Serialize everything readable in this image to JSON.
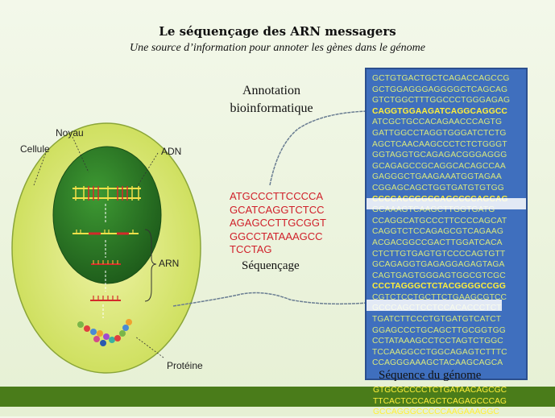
{
  "header": {
    "title": "Le séquençage des ARN messagers",
    "subtitle": "Une source d’information pour annoter les gènes dans le génome"
  },
  "cell": {
    "labels": {
      "cell": "Cellule",
      "nucleus": "Noyau",
      "dna": "ADN",
      "rna": "ARN",
      "protein": "Protéine"
    }
  },
  "annotation": {
    "line1": "Annotation",
    "line2": "bioinformatique"
  },
  "sequencing": {
    "sequence_lines": [
      "ATGCCCTTCCCCA",
      "GCATCAGGTCTCC",
      "AGAGCCTTGCGGT",
      "GGCCTATAAAGCC",
      "TCCTAG"
    ],
    "label": "Séquençage"
  },
  "genome": {
    "label": "Séquence du génome",
    "lines": [
      "GCTGTGACTGCTCAGACCAGCCG",
      "GCTGGAGGGAGGGGCTCAGCAG",
      "GTCTGGCTTTGGCCCTGGGAGAG",
      "CAGGTGGAAGATCAGGCAGGCC",
      "ATCGCTGCCACAGAACCCAGTG",
      "GATTGGCCTAGGTGGGATCTCTG",
      "AGCTCAACAAGCCCTCTCTGGGT",
      "GGTAGGTGCAGAGACGGGAGGG",
      "GCAGAGCCGCAGGCACAGCCAA",
      "GAGGGCTGAAGAAATGGTAGAA",
      "CGGAGCAGCTGGTGATGTGTGG",
      "CCCCACCGGCCAGCCCCAGCAG",
      "GCAAAGTCAAGCTTGGTGATG",
      "CCAGGCATGCCCTTCCCCAGCAT",
      "CAGGTCTCCAGAGCGTCAGAAG",
      "ACGACGGCCGACTTGGATCACA",
      "CTCTTGTGAGTGTCCCCAGTGTT",
      "GCAGAGGTGAGAGGAGAGTAGA",
      "CAGTGAGTGGGAGTGGCGTCGC",
      "CCCTAGGGCTCTACGGGGCCGG",
      "CGTCTCCTGCTTCTGAAGCGTCC",
      "GCCCAGCTCCTCCACACCCTCT",
      "TGATCTTCCCTGTGATGTCATCT",
      "GGAGCCCTGCAGCTTGCGGTGG",
      "CCTATAAAGCCTCCTAGTCTGGC",
      "TCCAAGGCCTGGCAGAGTCTTTC",
      "CCAGGGAAAGCTACAAGCAGCA"
    ],
    "below_lines": [
      "GTGCGCCCCTCTGATAACAGCGC",
      "TTCACTCCCAGCTCAGAGCCCAG",
      "GCCAGGGCCCCCAAGAAAGGC"
    ]
  },
  "colors": {
    "cell_fill": "#dde97a",
    "nucleus_fill": "#2e7a2a",
    "genome_bg": "#3f6fbe",
    "genome_text": "#d8e87e",
    "highlight_yellow": "#ffef3a",
    "sequence_red": "#d0202a",
    "bottom_bar": "#4a7c1a"
  }
}
